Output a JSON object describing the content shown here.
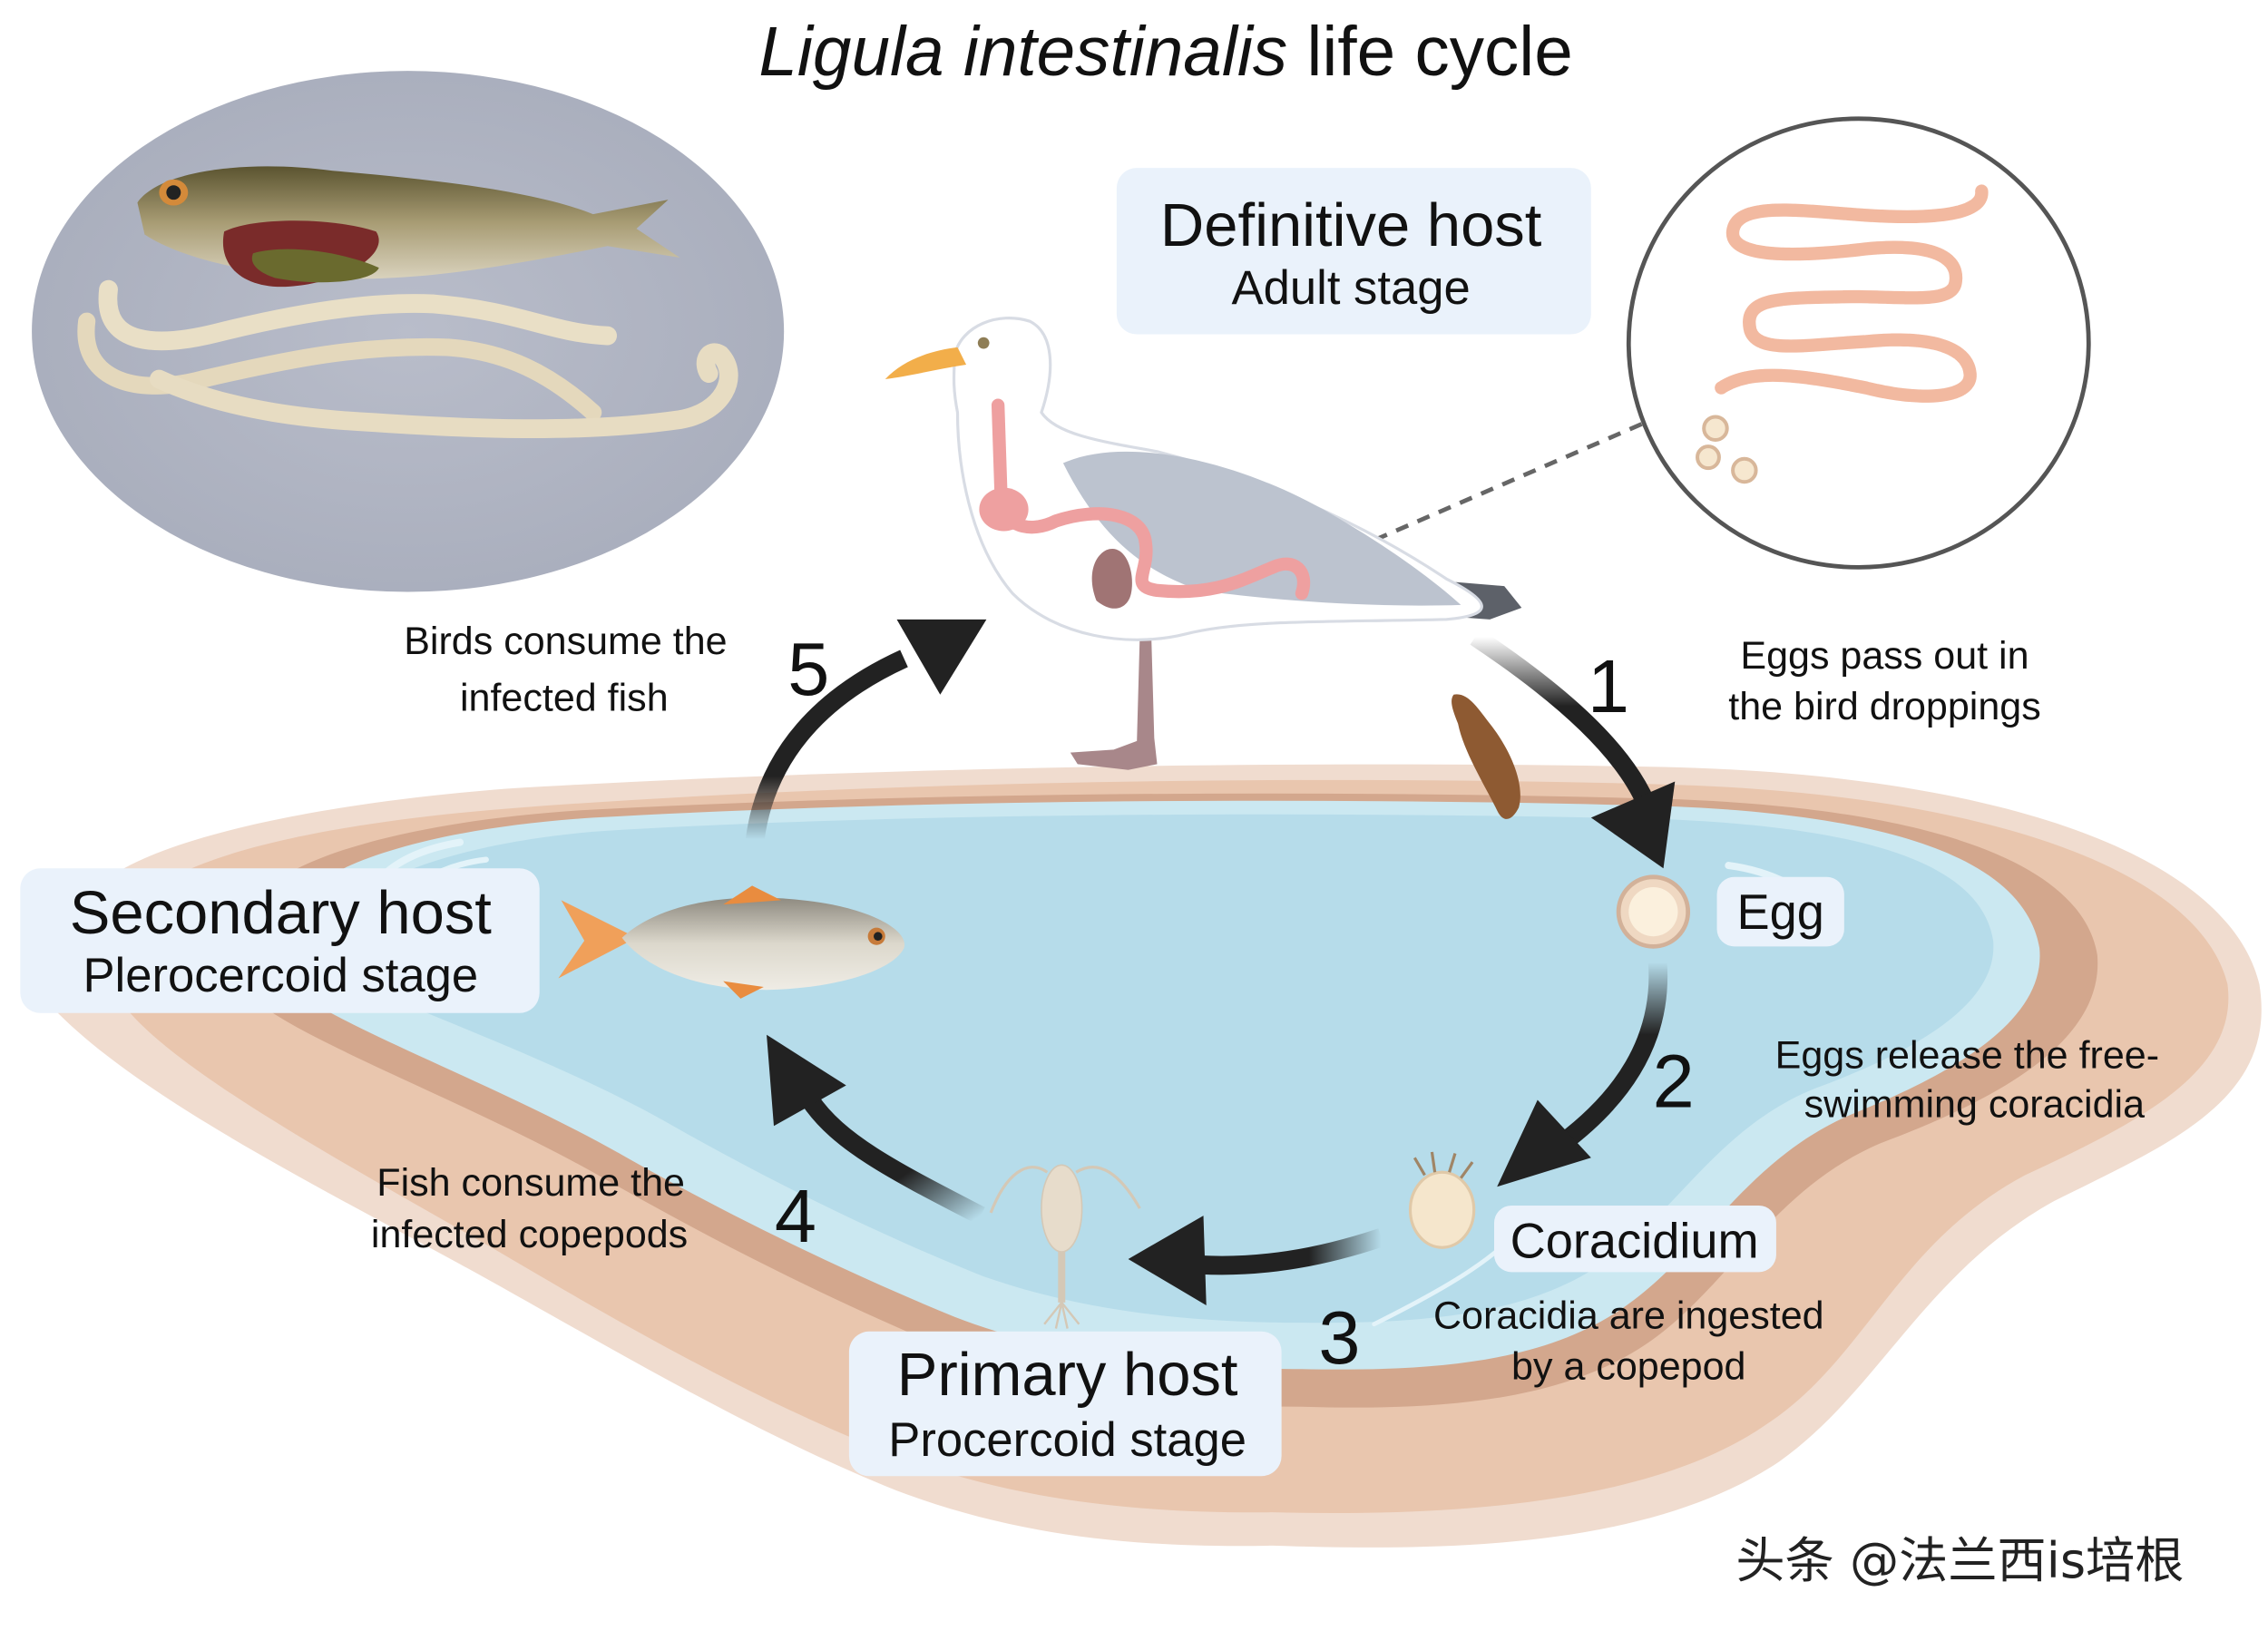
{
  "title": {
    "italic": "Ligula intestinalis",
    "rest": " life cycle"
  },
  "hosts": {
    "definitive": {
      "title": "Definitive host",
      "stage": "Adult stage"
    },
    "secondary": {
      "title": "Secondary host",
      "stage": "Plerocercoid stage"
    },
    "primary": {
      "title": "Primary host",
      "stage": "Procercoid stage"
    }
  },
  "stages": {
    "egg": "Egg",
    "coracidium": "Coracidium"
  },
  "steps": [
    {
      "number": "1",
      "lines": [
        "Eggs pass out in",
        "the bird droppings"
      ]
    },
    {
      "number": "2",
      "lines": [
        "Eggs release the free-",
        "swimming coracidia"
      ]
    },
    {
      "number": "3",
      "lines": [
        "Coracidia are ingested",
        "by a copepod"
      ]
    },
    {
      "number": "4",
      "lines": [
        "Fish consume the",
        "infected copepods"
      ]
    },
    {
      "number": "5",
      "lines": [
        "Birds consume the",
        "infected fish"
      ]
    }
  ],
  "illustrations": {
    "photo": "photo of dissected fish with plerocercoid worms",
    "inset": "adult tapeworm with eggs",
    "definitive_host": "gull",
    "secondary_host": "fish",
    "primary_host": "copepod"
  },
  "colors": {
    "water": "#b6dcea",
    "water_edge": "#cbe8f1",
    "sand": "#e9c6ae",
    "sand_dark": "#d3a78d",
    "sand_outer": "#f0dccf",
    "label_bg": "#eaf2fb",
    "arrow": "#222222",
    "worm": "#f2b9a0"
  },
  "watermark": "头条 @法兰西is培根"
}
